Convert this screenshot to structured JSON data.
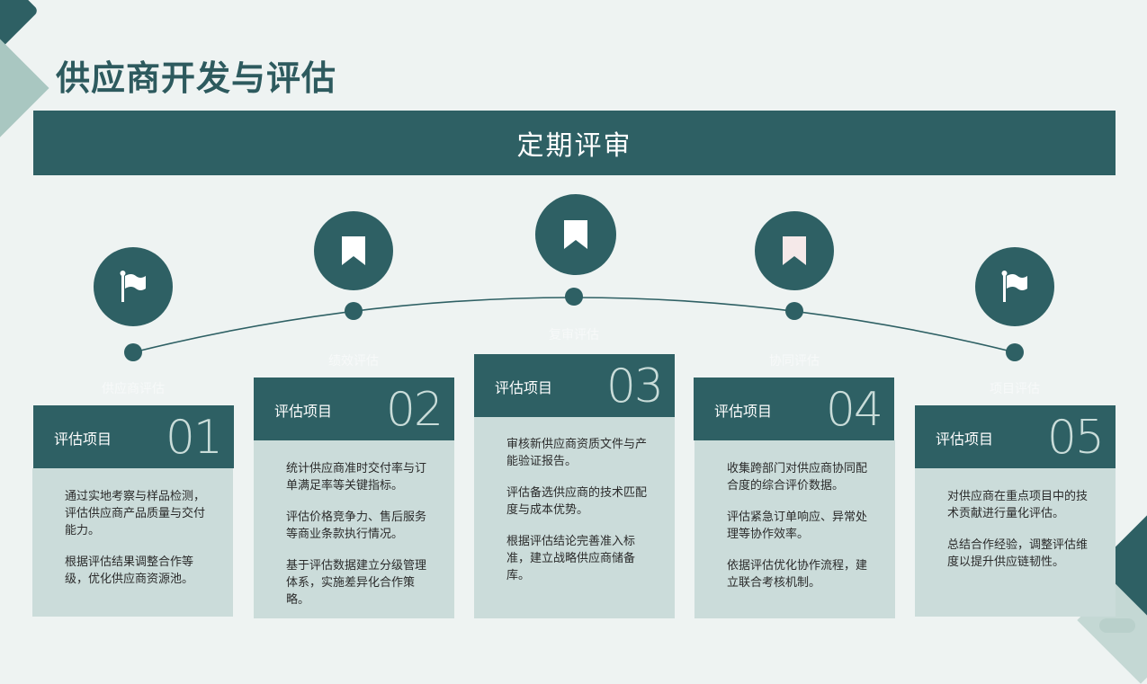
{
  "title": "供应商开发与评估",
  "banner": "定期评审",
  "labels": [
    "供应商评估",
    "绩效评估",
    "复审评估",
    "协同评估",
    "项目评估"
  ],
  "icons": [
    "flag-icon",
    "bookmark-icon",
    "bookmark-icon",
    "bookmark-icon",
    "flag-icon"
  ],
  "colors": {
    "primary": "#2e6064",
    "card_body": "#cbdcda",
    "background": "#eef3f2",
    "accent_light": "#a9c7c1"
  },
  "cards": [
    {
      "label": "评估项目",
      "number": "01",
      "paragraphs": [
        "通过实地考察与样品检测，评估供应商产品质量与交付能力。",
        "根据评估结果调整合作等级，优化供应商资源池。"
      ]
    },
    {
      "label": "评估项目",
      "number": "02",
      "paragraphs": [
        "统计供应商准时交付率与订单满足率等关键指标。",
        "评估价格竞争力、售后服务等商业条款执行情况。",
        "基于评估数据建立分级管理体系，实施差异化合作策略。"
      ]
    },
    {
      "label": "评估项目",
      "number": "03",
      "paragraphs": [
        "审核新供应商资质文件与产能验证报告。",
        "评估备选供应商的技术匹配度与成本优势。",
        "根据评估结论完善准入标准，建立战略供应商储备库。"
      ]
    },
    {
      "label": "评估项目",
      "number": "04",
      "paragraphs": [
        "收集跨部门对供应商协同配合度的综合评价数据。",
        "评估紧急订单响应、异常处理等协作效率。",
        "依据评估优化协作流程，建立联合考核机制。"
      ]
    },
    {
      "label": "评估项目",
      "number": "05",
      "paragraphs": [
        "对供应商在重点项目中的技术贡献进行量化评估。",
        "总结合作经验，调整评估维度以提升供应链韧性。"
      ]
    }
  ]
}
